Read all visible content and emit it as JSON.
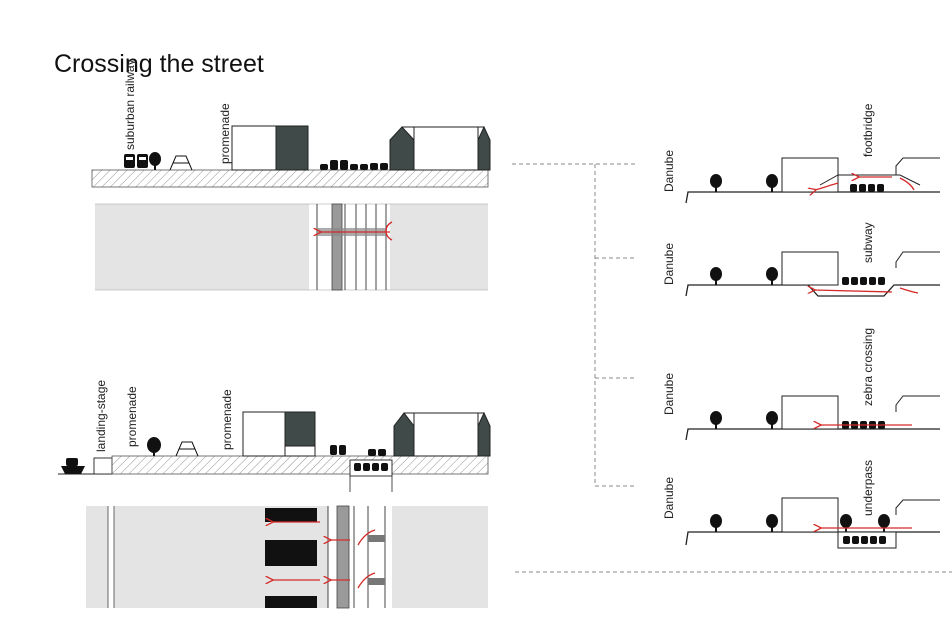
{
  "title": "Crossing the street",
  "colors": {
    "ink": "#111111",
    "building_dark": "#3f4a49",
    "plan_fill": "#e4e4e4",
    "arrow_red": "#d42a2a",
    "dash": "#8a8a8a"
  },
  "top_section": {
    "labels": {
      "railway": "suburban railway",
      "promenade": "promenade"
    }
  },
  "bottom_section": {
    "labels": {
      "landing_stage": "landing-stage",
      "promenade_1": "promenade",
      "promenade_2": "promenade"
    }
  },
  "options": [
    {
      "river_label": "Danube",
      "crossing_label": "footbridge"
    },
    {
      "river_label": "Danube",
      "crossing_label": "subway"
    },
    {
      "river_label": "Danube",
      "crossing_label": "zebra crossing"
    },
    {
      "river_label": "Danube",
      "crossing_label": "underpass"
    }
  ]
}
